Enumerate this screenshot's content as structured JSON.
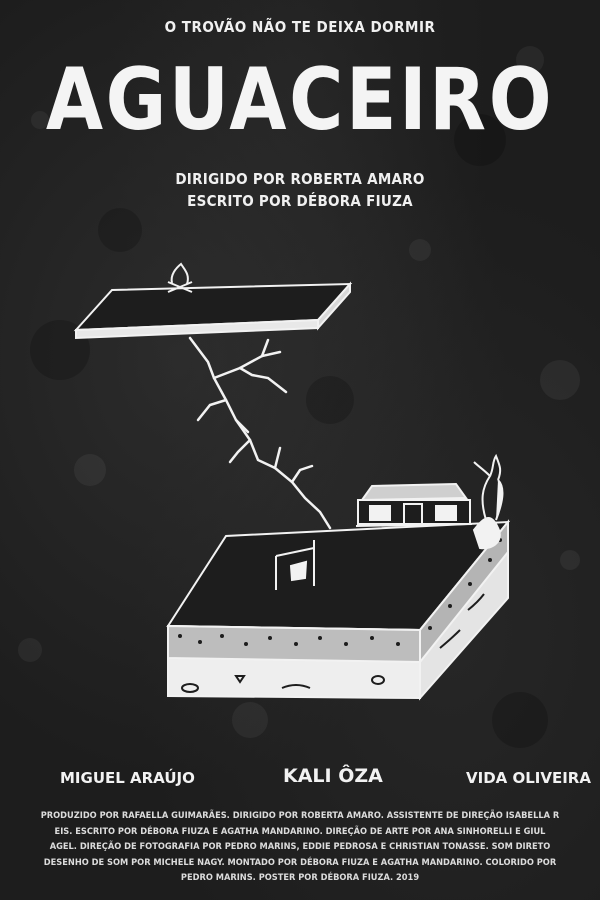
{
  "poster": {
    "tagline": "O TROVÃO NÃO TE DEIXA DORMIR",
    "title": "AGUACEIRO",
    "directed_by_label": "DIRIGIDO POR",
    "director": "ROBERTA AMARO",
    "written_by_label": "ESCRITO POR",
    "writer": "DÉBORA FIUZA",
    "cast": [
      "MIGUEL ARAÚJO",
      "KALI ÔZA",
      "VIDA OLIVEIRA"
    ],
    "billing_lines": [
      "PRODUZIDO POR RAFAELLA GUIMARÃES. DIRIGIDO POR ROBERTA AMARO. ASSISTENTE DE DIREÇÃO ISABELLA R",
      "EIS. ESCRITO POR DÉBORA FIUZA E AGATHA MANDARINO. DIREÇÃO DE ARTE POR ANA SINHORELLI E GIUL",
      "AGEL. DIREÇÃO DE FOTOGRAFIA POR PEDRO MARINS, EDDIE PEDROSA E CHRISTIAN TONASSE. SOM DIRETO",
      "DESENHO DE SOM POR MICHELE NAGY. MONTADO POR DÉBORA FIUZA E AGATHA MANDARINO. COLORIDO POR",
      "PEDRO MARINS. POSTER POR DÉBORA FIUZA. 2019"
    ]
  },
  "colors": {
    "background": "#1d1d1d",
    "ink": "#f2f2f2"
  }
}
